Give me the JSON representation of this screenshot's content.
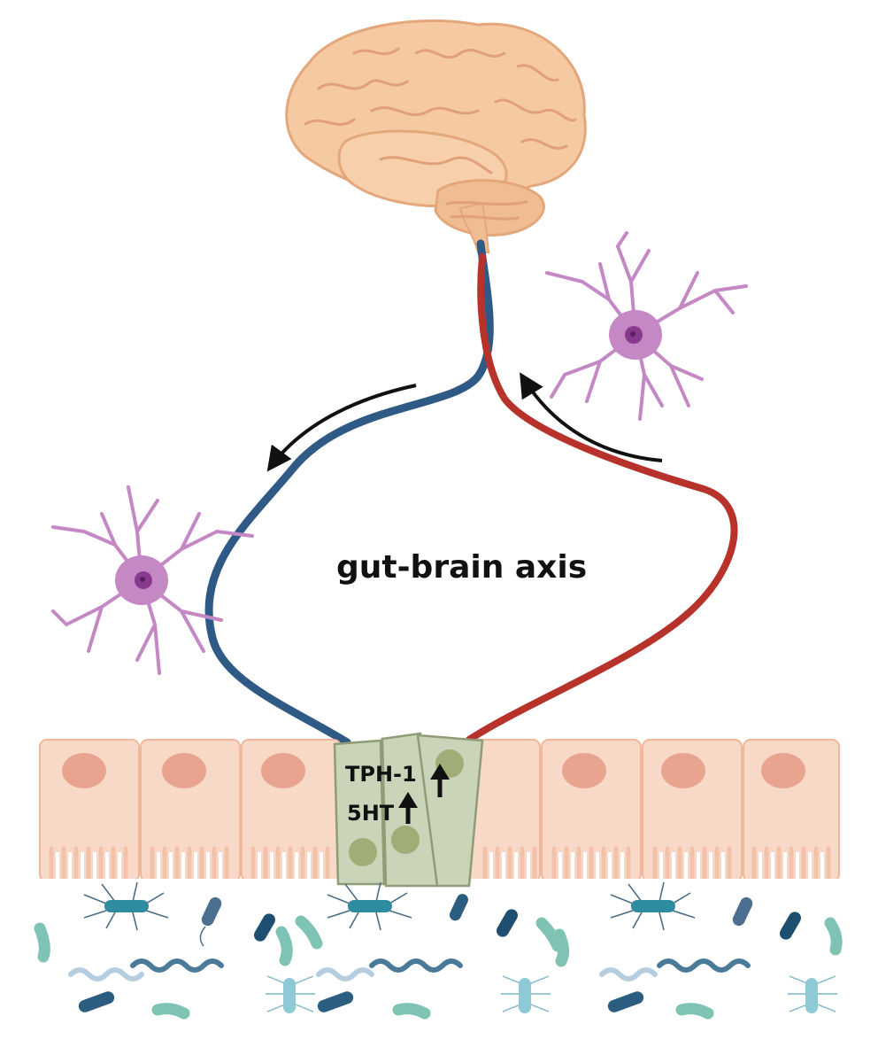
{
  "diagram": {
    "title": "gut-brain axis",
    "labels": {
      "tph": "TPH-1",
      "serotonin": "5HT"
    },
    "colors": {
      "efferent_path": "#2f5a86",
      "afferent_path": "#b8322c",
      "brain": "#f5c9a1",
      "brain_outline": "#e4a77b",
      "neuron": "#c488c4",
      "neuron_nucleus": "#8a3a8e",
      "epithelial_cell": "#f8d9c8",
      "epithelial_nucleus": "#e8a48e",
      "enterochromaffin_cell": "#c9d4b8",
      "enterochromaffin_granule": "#a0ad76",
      "arrow": "#111111"
    },
    "icons": [
      "brain-icon",
      "neuron-icon",
      "arrow-icon",
      "epithelial-cell-icon",
      "enterochromaffin-cell-icon",
      "bacteria-icon",
      "up-arrow-icon"
    ]
  }
}
